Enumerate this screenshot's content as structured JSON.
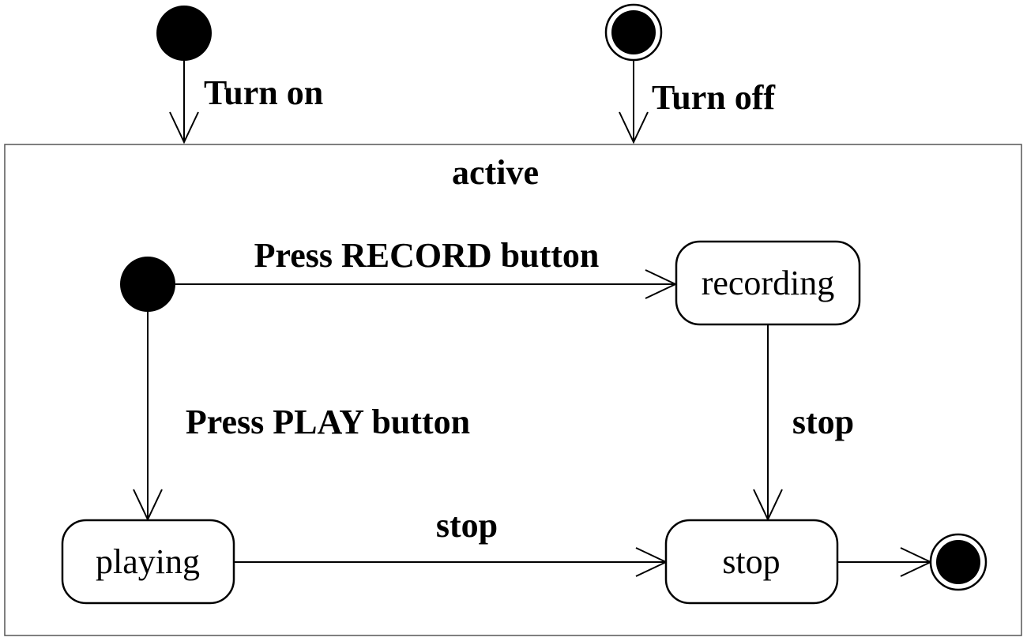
{
  "diagram": {
    "composite_state": {
      "name": "active"
    },
    "transitions": {
      "turn_on": "Turn on",
      "turn_off": "Turn off",
      "press_record": "Press RECORD button",
      "press_play": "Press PLAY button",
      "recording_to_stop": "stop",
      "playing_to_stop": "stop"
    },
    "states": {
      "recording": "recording",
      "playing": "playing",
      "stop": "stop"
    },
    "colors": {
      "stroke": "#000000",
      "fill_node": "#000000",
      "background": "#ffffff"
    }
  }
}
